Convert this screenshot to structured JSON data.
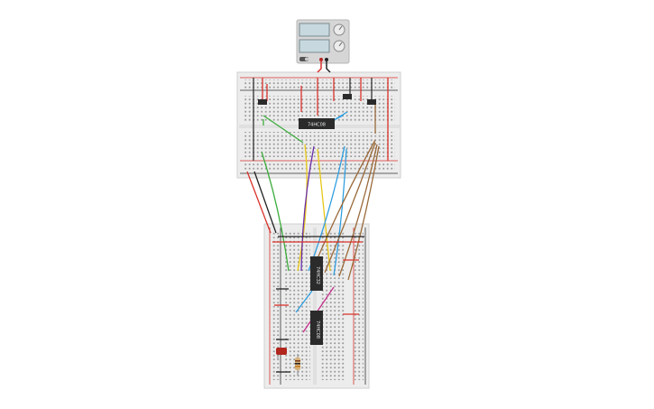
{
  "power_supply": {
    "display_top": "",
    "display_bottom": "",
    "knob_top": "voltage-knob",
    "knob_bottom": "current-knob",
    "switch": "power-switch"
  },
  "breadboard_top": {
    "ic_label": "74HC08"
  },
  "breadboard_bottom": {
    "ic_upper_label": "74HC32",
    "ic_lower_label": "74HC08"
  },
  "colors": {
    "wire_red": "#d9322b",
    "wire_black": "#222222",
    "wire_green": "#3cad3c",
    "wire_yellow": "#e8c818",
    "wire_purple": "#6a2fa8",
    "wire_blue": "#2e9ee0",
    "wire_brown": "#9a6a3a",
    "wire_magenta": "#c52f8e",
    "board": "#eeeeee",
    "chip": "#2b2b2b",
    "led": "#b1261d"
  }
}
